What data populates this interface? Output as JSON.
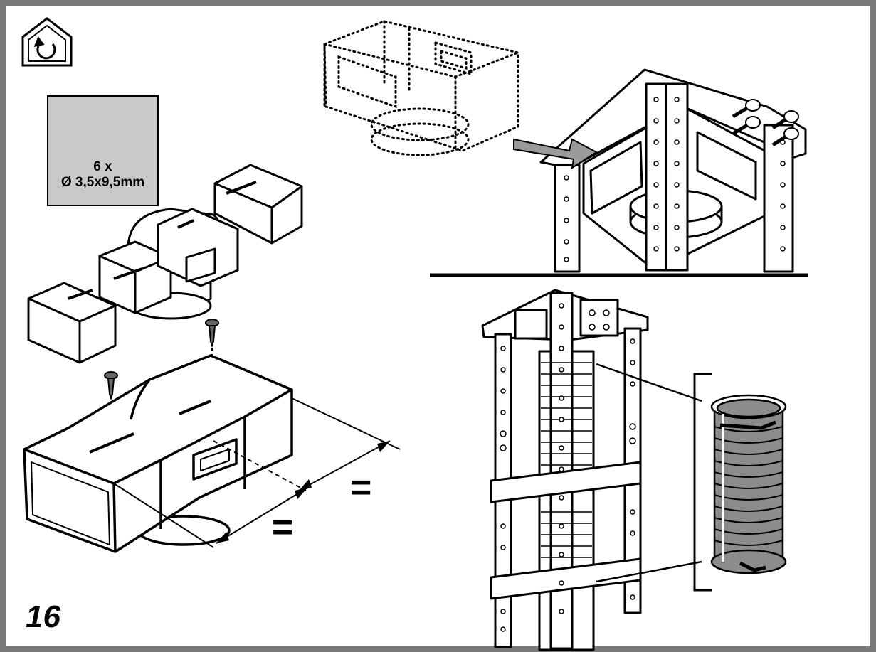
{
  "step_number": "16",
  "screw_box": {
    "quantity": "6 x",
    "size": "Ø 3,5x9,5mm"
  },
  "dimension_marks": {
    "equal_1": "=",
    "equal_2": "="
  },
  "icons": [
    "recirculation-house-icon",
    "screw-icon"
  ],
  "colors": {
    "frame": "#7a7a7a",
    "screw_box_bg": "#c9c9c9",
    "arrow_fill": "#9a9a9a",
    "hose_fill": "#8c8c8c"
  }
}
